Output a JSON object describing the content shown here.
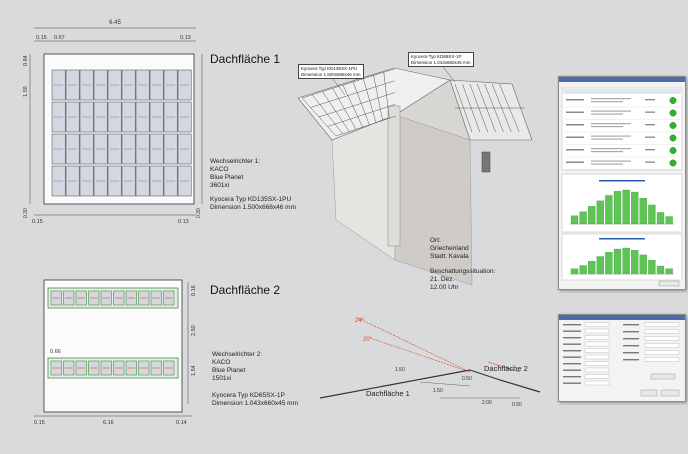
{
  "roof1": {
    "title": "Dachfläche 1",
    "dim_total": "6.45",
    "dim_left_a": "0.15",
    "dim_left_b": "0.67",
    "dim_right": "0.13",
    "dim_v1": "0.84",
    "dim_v2": "1.59",
    "dim_bottom_left": "0.15",
    "dim_bottom_right": "0.13",
    "dim_corner_left": "0.30",
    "dim_corner_right": "0.30",
    "inverter_text": "Wechselrichter 1:\nKACO\nBlue Planet\n3601xi",
    "module_text": "Kyocera Typ KD135SX-1PU\nDimension 1.500x668x46 mm"
  },
  "roof2": {
    "title": "Dachfläche 2",
    "dim_v1": "0.16",
    "dim_v2": "2.50",
    "dim_v3": "1.54",
    "dim_side": "0.66",
    "dim_bottom_left": "0.15",
    "dim_bottom_mid": "6.16",
    "dim_bottom_right": "0.14",
    "inverter_text": "Wechselrichter 2:\nKACO\nBlue Planet\n1501xi",
    "module_text": "Kyocera Typ KD65SX-1P\nDimension 1.043x660x45 mm"
  },
  "render3d": {
    "callout_left": "Kyocera Typ KD135SX-1PU\nDimension 1.500x668x46 mm",
    "callout_right": "Kyocera Typ KD65SX-1P\nDimension 1.043x660x45 mm"
  },
  "location": {
    "text": "Ort:\nGriechenland\nStadt: Kavala",
    "shading_text": "Beschattungssituation:\n21. Dez.\n12.00 Uhr"
  },
  "section": {
    "label_left": "Dachfläche 1",
    "label_right": "Dachfläche 2",
    "angle1": "24°",
    "angle2": "20°",
    "d1": "1.50",
    "d2": "1.50",
    "d3": "2.00",
    "d4": "0.50",
    "d5": "0.50"
  },
  "charts": {
    "chart1_values": [
      12,
      18,
      26,
      34,
      42,
      48,
      50,
      47,
      38,
      28,
      17,
      11
    ],
    "chart2_values": [
      10,
      16,
      24,
      33,
      41,
      47,
      49,
      45,
      36,
      26,
      15,
      10
    ],
    "bar_color": "#5ec456"
  },
  "colors": {
    "module_fill": "#d4d8de",
    "module_border": "#37424f",
    "panel_green": "#3f8f43",
    "annotation_orange": "#e0451a",
    "status_green": "#2fb02f"
  }
}
